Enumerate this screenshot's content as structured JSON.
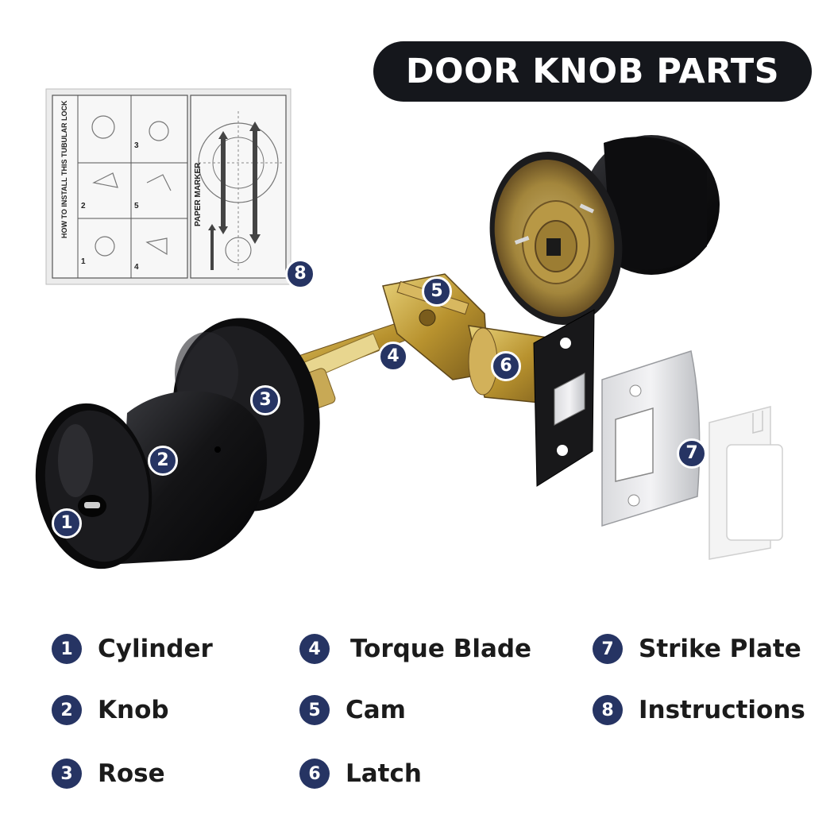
{
  "title": "DOOR KNOB PARTS",
  "instruction_sheet": {
    "heading": "HOW TO INSTALL THIS TUBULAR LOCK",
    "marker": "PAPER MARKER",
    "steps": [
      "1",
      "2",
      "3",
      "4",
      "5"
    ]
  },
  "badges": [
    "1",
    "2",
    "3",
    "4",
    "5",
    "6",
    "7",
    "8"
  ],
  "legend": [
    {
      "num": "1",
      "label": "Cylinder"
    },
    {
      "num": "2",
      "label": "Knob"
    },
    {
      "num": "3",
      "label": "Rose"
    },
    {
      "num": "4",
      "label": "Torque Blade"
    },
    {
      "num": "5",
      "label": "Cam"
    },
    {
      "num": "6",
      "label": "Latch"
    },
    {
      "num": "7",
      "label": "Strike Plate"
    },
    {
      "num": "8",
      "label": "Instructions"
    }
  ],
  "colors": {
    "badge": "#263463",
    "title_bg": "#15171c",
    "brass": "#c9a646",
    "black_finish": "#121214"
  }
}
